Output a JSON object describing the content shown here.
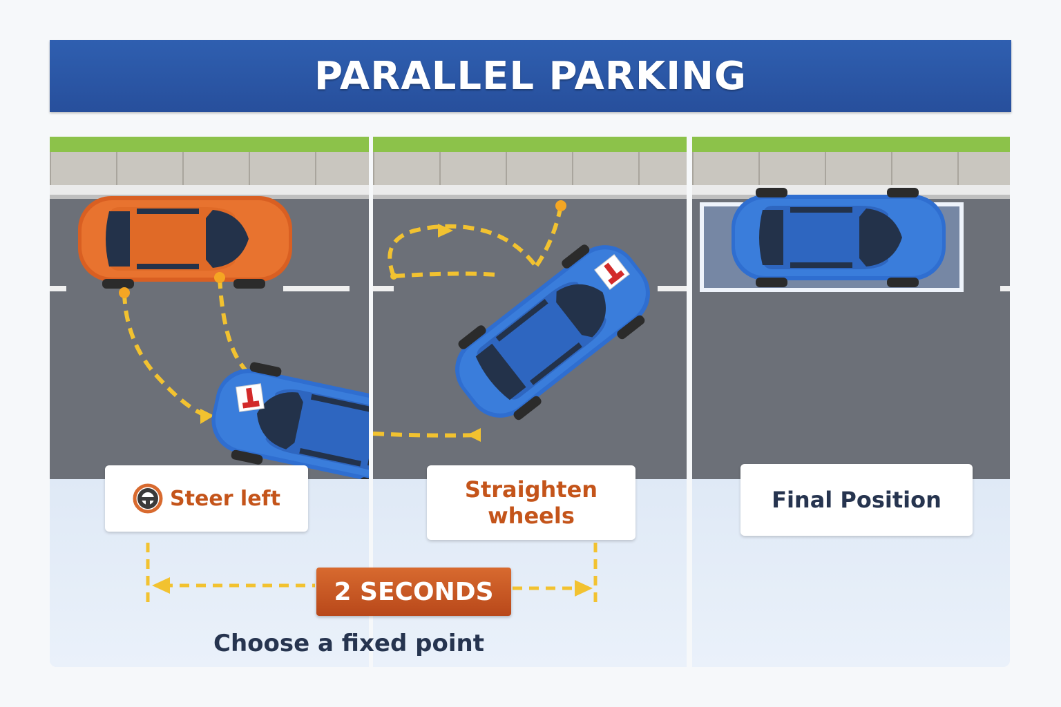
{
  "title": "PARALLEL PARKING",
  "steps": [
    {
      "label": "Steer left",
      "icon": "steering-wheel-icon"
    },
    {
      "label_line1": "Straighten",
      "label_line2": "wheels"
    },
    {
      "label": "Final Position"
    }
  ],
  "timing": {
    "badge": "2 SECONDS",
    "caption": "Choose a fixed point"
  },
  "colors": {
    "banner": "#2f5fb0",
    "accent_orange": "#c4541a",
    "path_yellow": "#f2c230",
    "car_blue": "#2f6ed0",
    "car_orange": "#e0692a",
    "asphalt": "#6c7078",
    "grass": "#8cc24a"
  }
}
